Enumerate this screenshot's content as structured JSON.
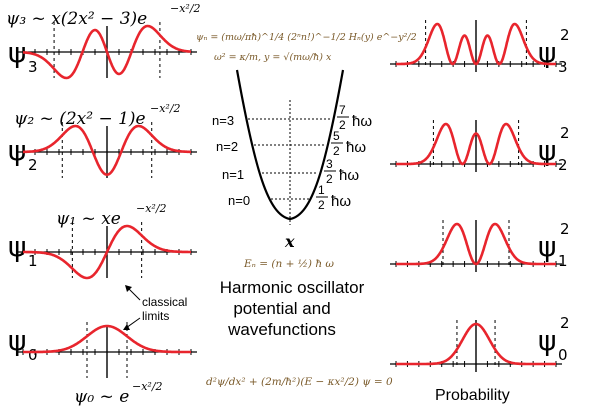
{
  "colors": {
    "curve": "#e8252d",
    "axis": "#000000",
    "formula": "#7a5a2a"
  },
  "left_formulas": [
    "ψ₃ ~ x(2x² − 3)e",
    "ψ₂ ~ (2x² − 1)e",
    "ψ₁ ~ xe",
    "ψ₀ ~ e"
  ],
  "exponent": "−x²/2",
  "left_labels": [
    "ψ",
    "ψ",
    "ψ",
    "ψ"
  ],
  "left_subs": [
    "3",
    "2",
    "1",
    "0"
  ],
  "right_labels": [
    "ψ",
    "ψ",
    "ψ",
    "ψ"
  ],
  "right_subs": [
    "3",
    "2",
    "1",
    "0"
  ],
  "right_sup": "2",
  "center": {
    "wavefunction_formula": "ψₙ = (mω/πħ)^1/4 (2ⁿn!)^−1/2 Hₙ(y) e^−y²/2",
    "omega_formula": "ω² = κ/m,  y = √(mω/ħ) x",
    "levels": [
      "n=3",
      "n=2",
      "n=1",
      "n=0"
    ],
    "energy_nums": [
      "7",
      "5",
      "3",
      "1"
    ],
    "energy_den": "2",
    "hbar_omega": "ħω",
    "x_label": "x",
    "energy_formula": "Eₙ = (n + ½) ħ ω",
    "title": [
      "Harmonic oscillator",
      "potential and",
      "wavefunctions"
    ],
    "schrodinger": "d²ψ/dx² + (2m/ħ²)(E − κx²/2) ψ = 0"
  },
  "annotation": [
    "classical",
    "limits"
  ],
  "probability_label": "Probability"
}
